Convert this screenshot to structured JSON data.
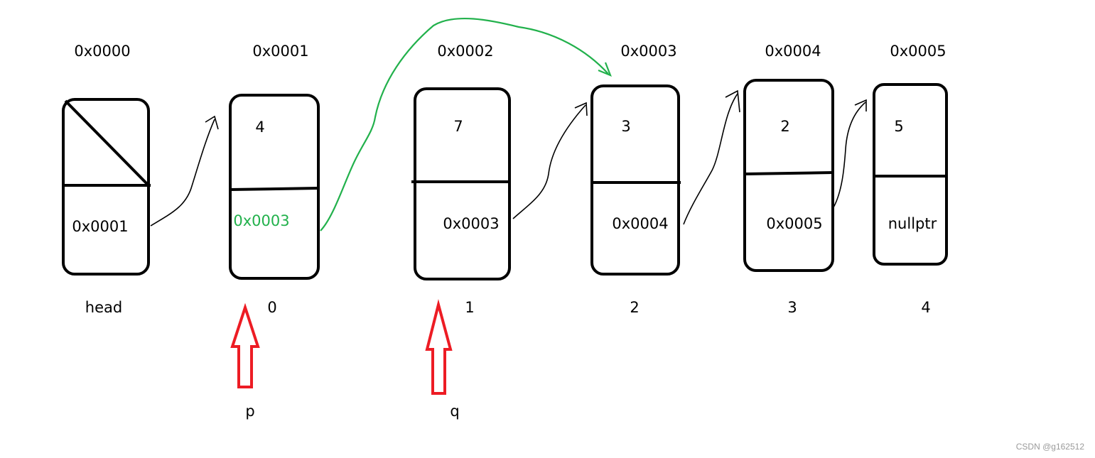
{
  "nodes": [
    {
      "address": "0x0000",
      "value": "",
      "next": "0x0001",
      "index": "head"
    },
    {
      "address": "0x0001",
      "value": "4",
      "next": "0x0003",
      "index": "0"
    },
    {
      "address": "0x0002",
      "value": "7",
      "next": "0x0003",
      "index": "1"
    },
    {
      "address": "0x0003",
      "value": "3",
      "next": "0x0004",
      "index": "2"
    },
    {
      "address": "0x0004",
      "value": "2",
      "next": "0x0005",
      "index": "3"
    },
    {
      "address": "0x0005",
      "value": "5",
      "next": "nullptr",
      "index": "4"
    }
  ],
  "pointers": [
    {
      "label": "p"
    },
    {
      "label": "q"
    }
  ],
  "colors": {
    "highlight": "#22b14c",
    "pointer": "#ed1c24",
    "ink": "#000000"
  },
  "watermark": "CSDN @g162512"
}
